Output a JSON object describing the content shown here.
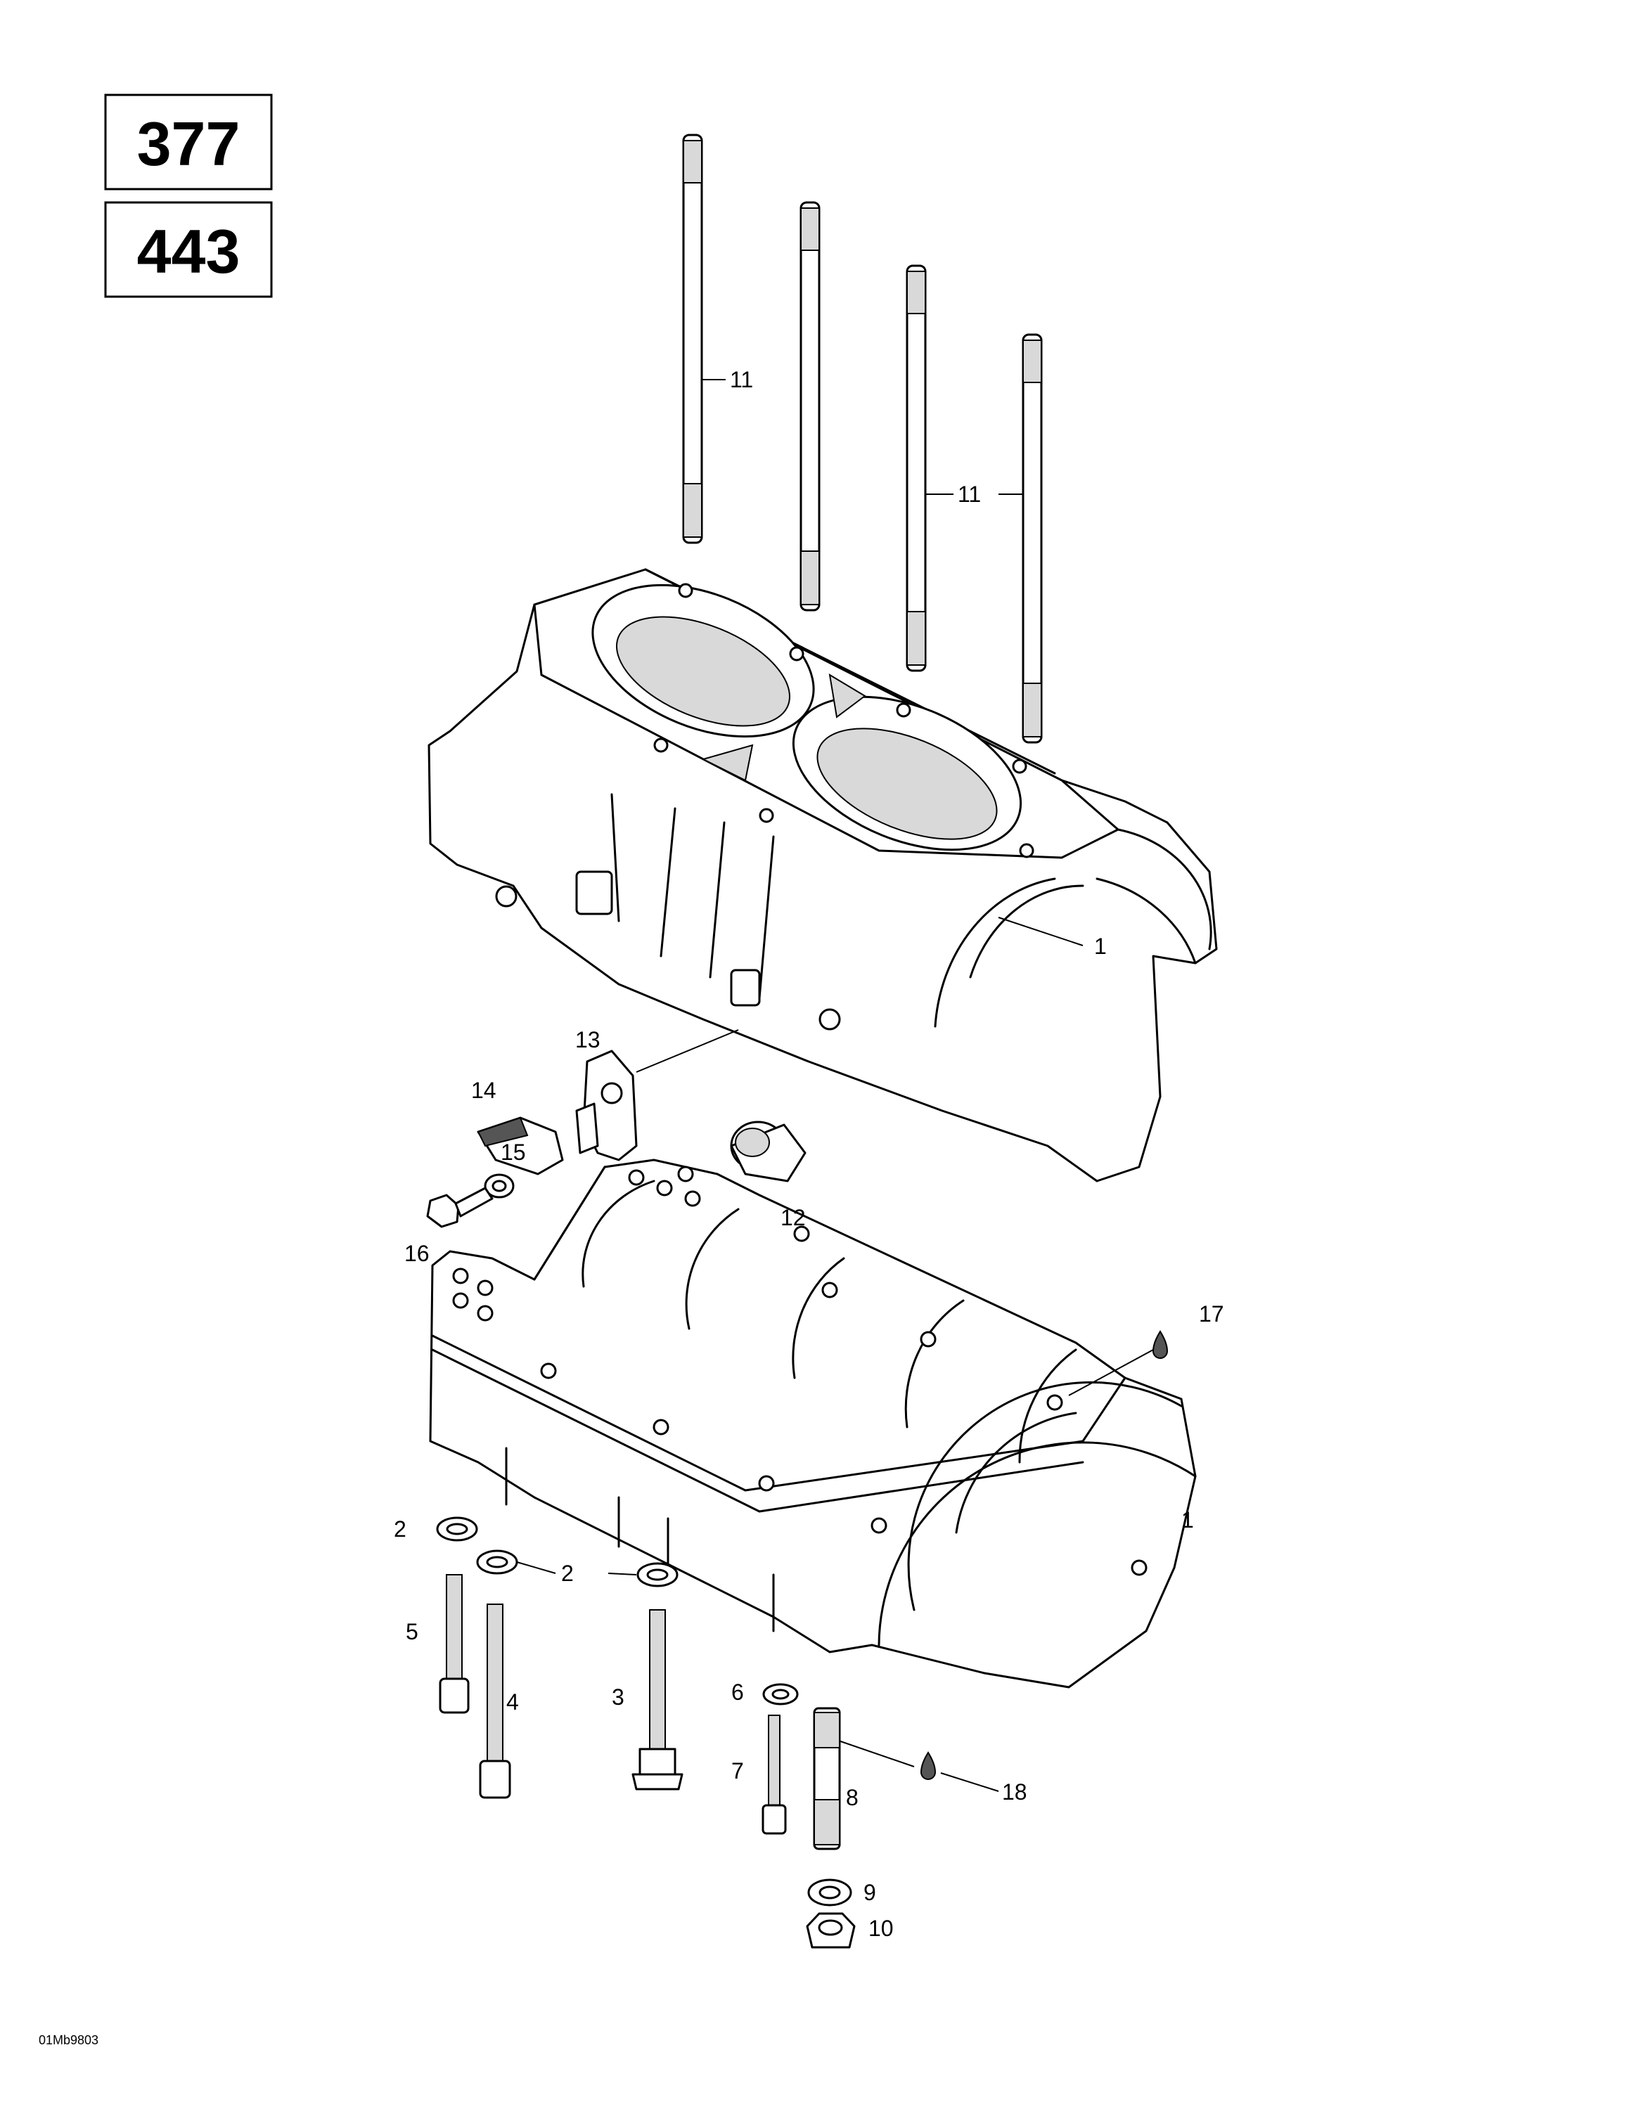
{
  "model_boxes": [
    {
      "id": "box-377",
      "label": "377"
    },
    {
      "id": "box-443",
      "label": "443"
    }
  ],
  "callouts": [
    "11",
    "11",
    "1",
    "13",
    "14",
    "15",
    "16",
    "12",
    "17",
    "1",
    "2",
    "2",
    "5",
    "4",
    "3",
    "6",
    "7",
    "8",
    "18",
    "9",
    "10"
  ],
  "drawing_code": "01Mb9803"
}
